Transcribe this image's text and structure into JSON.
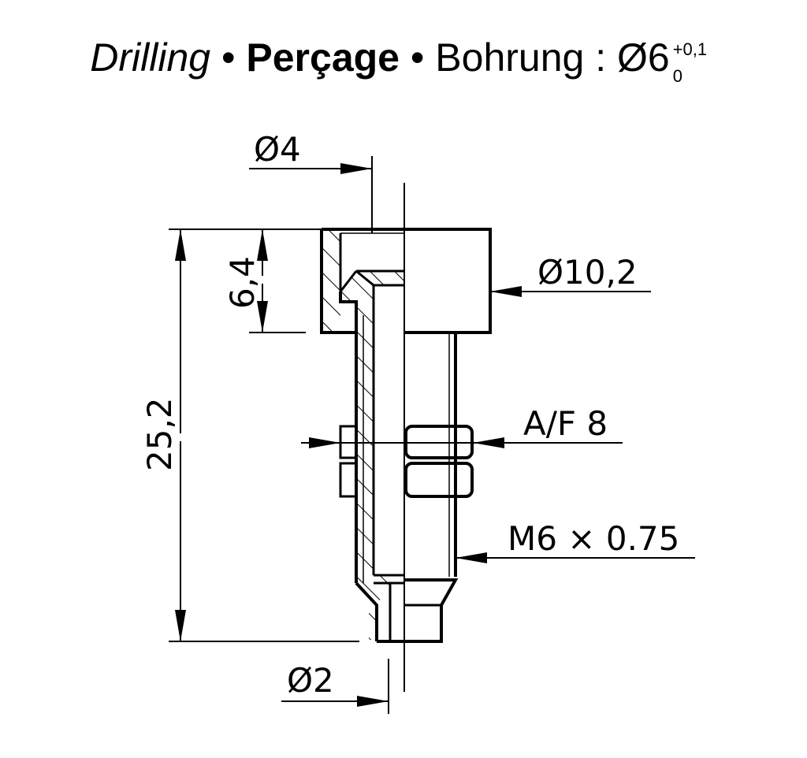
{
  "title": {
    "part1": "Drilling",
    "sep1": " • ",
    "part2": "Perçage",
    "sep2": " • ",
    "part3": "Bohrung : Ø6",
    "tol_upper": "+0,1",
    "tol_lower": "0"
  },
  "dimensions": {
    "inner_top_diameter": "Ø4",
    "head_diameter": "Ø10,2",
    "head_height": "6,4",
    "total_length": "25,2",
    "across_flats": "A/F 8",
    "thread": "M6 × 0.75",
    "tip_diameter": "Ø2"
  },
  "colors": {
    "line": "#000000",
    "background": "#ffffff"
  }
}
